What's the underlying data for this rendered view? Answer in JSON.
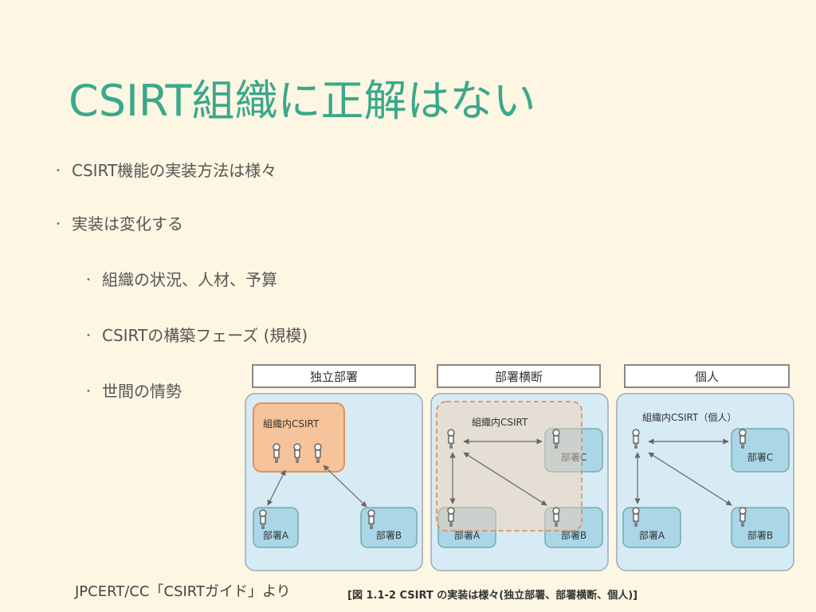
{
  "title": "CSIRT組織に正解はない",
  "bullets": {
    "b1": "CSIRT機能の実装方法は様々",
    "b2": "実装は変化する",
    "b3": "組織の状況、人材、予算",
    "b4": "CSIRTの構築フェーズ (規模)",
    "b5": "世間の情勢"
  },
  "figure": {
    "headers": [
      "独立部署",
      "部署横断",
      "個人"
    ],
    "p1_box": "組織内CSIRT",
    "p2_box": "組織内CSIRT",
    "p3_label": "組織内CSIRT（個人）",
    "dept_a": "部署A",
    "dept_b": "部署B",
    "dept_c": "部署C",
    "caption": "[図 1.1-2 CSIRT の実装は様々(独立部署、部署横断、個人)]"
  },
  "source": "JPCERT/CC「CSIRTガイド」より"
}
